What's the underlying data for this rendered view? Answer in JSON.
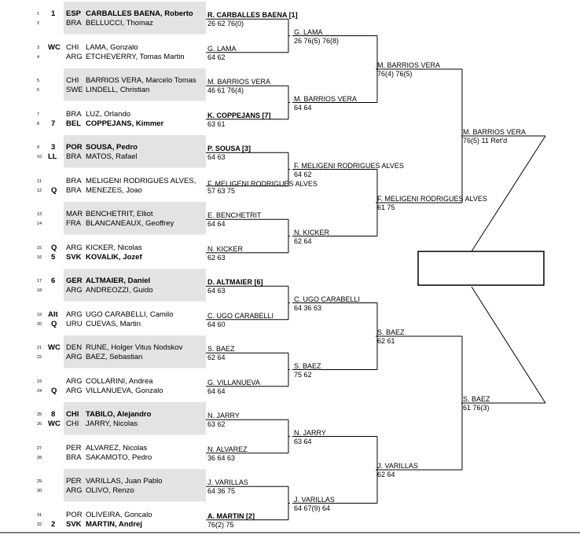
{
  "players": [
    {
      "num": "1",
      "seed": "1",
      "nat": "ESP",
      "name": "CARBALLES BAENA, Roberto",
      "bold": true
    },
    {
      "num": "2",
      "seed": "",
      "nat": "BRA",
      "name": "BELLUCCI, Thomaz",
      "bold": false
    },
    {
      "num": "3",
      "seed": "WC",
      "nat": "CHI",
      "name": "LAMA, Gonzalo",
      "bold": false
    },
    {
      "num": "4",
      "seed": "",
      "nat": "ARG",
      "name": "ETCHEVERRY, Tomas Martin",
      "bold": false
    },
    {
      "num": "5",
      "seed": "",
      "nat": "CHI",
      "name": "BARRIOS VERA, Marcelo Tomas",
      "bold": false
    },
    {
      "num": "6",
      "seed": "",
      "nat": "SWE",
      "name": "LINDELL, Christian",
      "bold": false
    },
    {
      "num": "7",
      "seed": "",
      "nat": "BRA",
      "name": "LUZ, Orlando",
      "bold": false
    },
    {
      "num": "8",
      "seed": "7",
      "nat": "BEL",
      "name": "COPPEJANS, Kimmer",
      "bold": true
    },
    {
      "num": "9",
      "seed": "3",
      "nat": "POR",
      "name": "SOUSA, Pedro",
      "bold": true
    },
    {
      "num": "10",
      "seed": "LL",
      "nat": "BRA",
      "name": "MATOS, Rafael",
      "bold": false
    },
    {
      "num": "11",
      "seed": "",
      "nat": "BRA",
      "name": "MELIGENI RODRIGUES ALVES,",
      "bold": false
    },
    {
      "num": "12",
      "seed": "Q",
      "nat": "BRA",
      "name": "MENEZES, Joao",
      "bold": false
    },
    {
      "num": "13",
      "seed": "",
      "nat": "MAR",
      "name": "BENCHETRIT, Elliot",
      "bold": false
    },
    {
      "num": "14",
      "seed": "",
      "nat": "FRA",
      "name": "BLANCANEAUX, Geoffrey",
      "bold": false
    },
    {
      "num": "15",
      "seed": "Q",
      "nat": "ARG",
      "name": "KICKER, Nicolas",
      "bold": false
    },
    {
      "num": "16",
      "seed": "5",
      "nat": "SVK",
      "name": "KOVALIK, Jozef",
      "bold": true
    },
    {
      "num": "17",
      "seed": "6",
      "nat": "GER",
      "name": "ALTMAIER, Daniel",
      "bold": true
    },
    {
      "num": "18",
      "seed": "",
      "nat": "ARG",
      "name": "ANDREOZZI, Guido",
      "bold": false
    },
    {
      "num": "19",
      "seed": "Alt",
      "nat": "ARG",
      "name": "UGO CARABELLI, Camilo",
      "bold": false
    },
    {
      "num": "20",
      "seed": "Q",
      "nat": "URU",
      "name": "CUEVAS, Martin",
      "bold": false
    },
    {
      "num": "21",
      "seed": "WC",
      "nat": "DEN",
      "name": "RUNE, Holger Vitus Nodskov",
      "bold": false
    },
    {
      "num": "22",
      "seed": "",
      "nat": "ARG",
      "name": "BAEZ, Sebastian",
      "bold": false
    },
    {
      "num": "23",
      "seed": "",
      "nat": "ARG",
      "name": "COLLARINI, Andrea",
      "bold": false
    },
    {
      "num": "24",
      "seed": "Q",
      "nat": "ARG",
      "name": "VILLANUEVA, Gonzalo",
      "bold": false
    },
    {
      "num": "25",
      "seed": "8",
      "nat": "CHI",
      "name": "TABILO, Alejandro",
      "bold": true
    },
    {
      "num": "26",
      "seed": "WC",
      "nat": "CHI",
      "name": "JARRY, Nicolas",
      "bold": false
    },
    {
      "num": "27",
      "seed": "",
      "nat": "PER",
      "name": "ALVAREZ, Nicolas",
      "bold": false
    },
    {
      "num": "28",
      "seed": "",
      "nat": "BRA",
      "name": "SAKAMOTO, Pedro",
      "bold": false
    },
    {
      "num": "29",
      "seed": "",
      "nat": "PER",
      "name": "VARILLAS, Juan Pablo",
      "bold": false
    },
    {
      "num": "30",
      "seed": "",
      "nat": "ARG",
      "name": "OLIVO, Renzo",
      "bold": false
    },
    {
      "num": "31",
      "seed": "",
      "nat": "POR",
      "name": "OLIVEIRA, Goncalo",
      "bold": false
    },
    {
      "num": "32",
      "seed": "2",
      "nat": "SVK",
      "name": "MARTIN, Andrej",
      "bold": true
    }
  ],
  "rounds": [
    [
      {
        "name": "R. CARBALLES BAENA [1]",
        "score": "26 62 76(0)",
        "bold": true
      },
      {
        "name": "G. LAMA",
        "score": "64 62",
        "bold": false
      },
      {
        "name": "M. BARRIOS VERA",
        "score": "46 61 76(4)",
        "bold": false
      },
      {
        "name": "K. COPPEJANS [7]",
        "score": "63 61",
        "bold": true
      },
      {
        "name": "P. SOUSA [3]",
        "score": "64 63",
        "bold": true
      },
      {
        "name": "F. MELIGENI RODRIGUES ALVES",
        "score": "57 63 75",
        "bold": false,
        "small": true
      },
      {
        "name": "E. BENCHETRIT",
        "score": "64 64",
        "bold": false
      },
      {
        "name": "N. KICKER",
        "score": "62 63",
        "bold": false
      },
      {
        "name": "D. ALTMAIER [6]",
        "score": "64 63",
        "bold": true
      },
      {
        "name": "C. UGO CARABELLI",
        "score": "64 60",
        "bold": false
      },
      {
        "name": "S. BAEZ",
        "score": "62 64",
        "bold": false
      },
      {
        "name": "G. VILLANUEVA",
        "score": "64 64",
        "bold": false
      },
      {
        "name": "N. JARRY",
        "score": "63 62",
        "bold": false
      },
      {
        "name": "N. ALVAREZ",
        "score": "36 64 63",
        "bold": false
      },
      {
        "name": "J. VARILLAS",
        "score": "64 36 75",
        "bold": false
      },
      {
        "name": "A. MARTIN [2]",
        "score": "76(2) 75",
        "bold": true
      }
    ],
    [
      {
        "name": "G. LAMA",
        "score": "26 76(5) 76(8)"
      },
      {
        "name": "M. BARRIOS VERA",
        "score": "64 64"
      },
      {
        "name": "F. MELIGENI RODRIGUES ALVES",
        "score": "64 62"
      },
      {
        "name": "N. KICKER",
        "score": "62 64"
      },
      {
        "name": "C. UGO CARABELLI",
        "score": "64 36 63"
      },
      {
        "name": "S. BAEZ",
        "score": "75 62"
      },
      {
        "name": "N. JARRY",
        "score": "63 64"
      },
      {
        "name": "J. VARILLAS",
        "score": "64 67(9) 64"
      }
    ],
    [
      {
        "name": "M. BARRIOS VERA",
        "score": "76(4) 76(5)"
      },
      {
        "name": "F. MELIGENI RODRIGUES ALVES",
        "score": "61 75"
      },
      {
        "name": "S. BAEZ",
        "score": "62 61"
      },
      {
        "name": "J. VARILLAS",
        "score": "62 64"
      }
    ],
    [
      {
        "name": "M. BARRIOS VERA",
        "score": "76(5) 11 Ret'd"
      },
      {
        "name": "S. BAEZ",
        "score": "61 76(3)"
      }
    ]
  ]
}
